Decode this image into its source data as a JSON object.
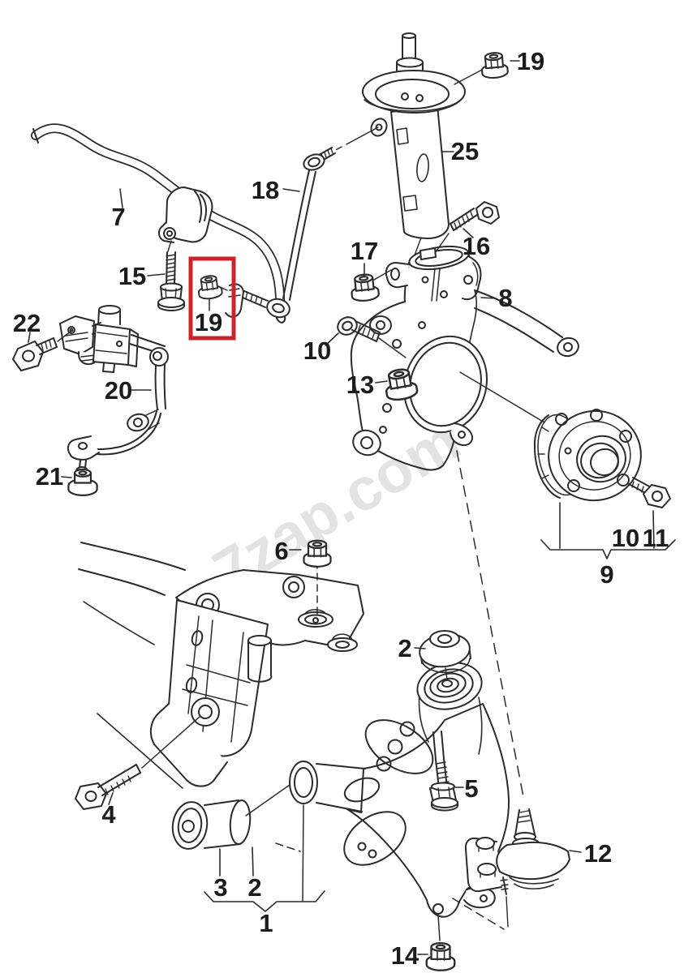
{
  "watermark": "7zap.com",
  "colors": {
    "line": "#2b2b2b",
    "highlight": "#c9252b",
    "watermark": "#cdcdcd"
  },
  "callouts": {
    "c7": "7",
    "c15": "15",
    "c18": "18",
    "c19_top": "19",
    "c19_highlighted": "19",
    "c25": "25",
    "c16": "16",
    "c17": "17",
    "c8": "8",
    "c22": "22",
    "c20": "20",
    "c21": "21",
    "c10_knuckle": "10",
    "c13": "13",
    "c9": "9",
    "c10_hub": "10",
    "c11": "11",
    "c6": "6",
    "c2_upper": "2",
    "c5": "5",
    "c4": "4",
    "c12": "12",
    "c3": "3",
    "c2_lower": "2",
    "c1": "1",
    "c14": "14"
  }
}
